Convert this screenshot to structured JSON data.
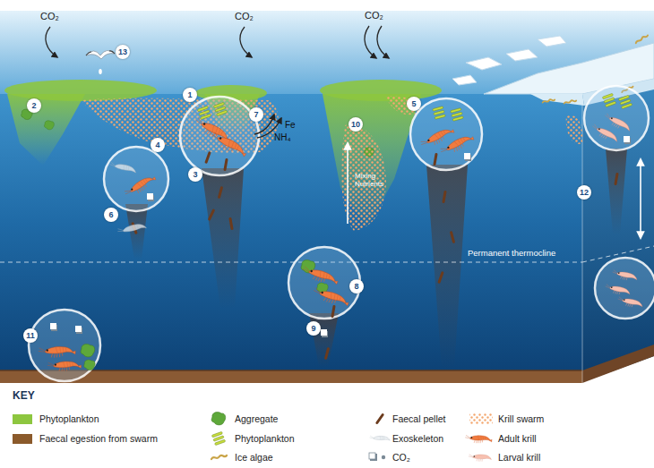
{
  "diagram": {
    "labels": [
      "CO₂",
      "CO₂",
      "CO₂",
      "13",
      "1",
      "2",
      "7",
      "Fe",
      "NH₄",
      "10",
      "5",
      "4",
      "3",
      "6",
      "Mixing Nutrients",
      "12",
      "Permanent thermocline",
      "8",
      "9",
      "11",
      "KEY"
    ],
    "legend": [
      {
        "text": "Phytoplankton",
        "color": "#8dc63f"
      },
      {
        "text": "Aggregate"
      },
      {
        "text": "Faecal pellet"
      },
      {
        "text": "Krill swarm"
      },
      {
        "text": "Faecal egestion from swarm",
        "color": "#8b5a2b"
      },
      {
        "text": "Phytoplankton"
      },
      {
        "text": "Exoskeleton"
      },
      {
        "text": "Adult krill"
      },
      {
        "text": "Ice algae"
      },
      {
        "text": "CO₂"
      },
      {
        "text": "Larval krill"
      }
    ]
  }
}
